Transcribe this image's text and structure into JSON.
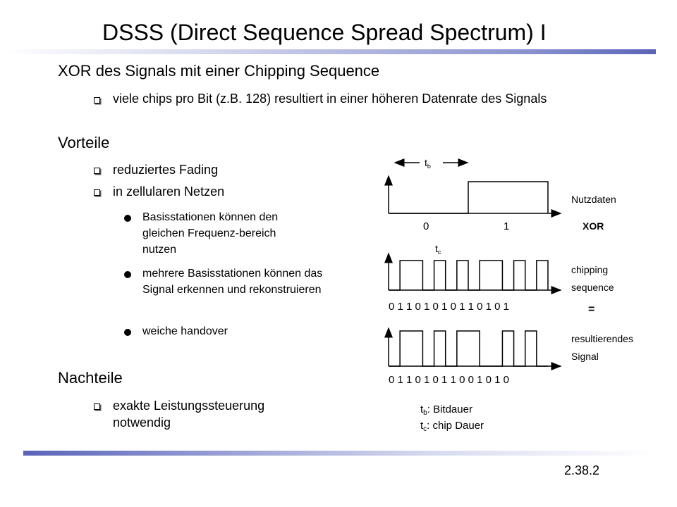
{
  "title": "DSSS (Direct Sequence Spread Spectrum) I",
  "section1": {
    "heading": "XOR des Signals mit einer Chipping Sequence",
    "bullet": "viele chips pro Bit (z.B. 128) resultiert in einer höheren Datenrate des Signals"
  },
  "section2": {
    "heading": "Vorteile",
    "bullets": [
      "reduziertes Fading",
      "in zellularen Netzen"
    ],
    "sub": [
      "Basisstationen können den gleichen Frequenz-bereich nutzen",
      "mehrere Basisstationen können das Signal erkennen und rekonstruieren",
      "weiche handover"
    ]
  },
  "section3": {
    "heading": "Nachteile",
    "bullet": "exakte Leistungssteuerung notwendig"
  },
  "diagram": {
    "tb_label": "t",
    "tb_sub": "b",
    "tc_label": "t",
    "tc_sub": "c",
    "nutzdaten": "Nutzdaten",
    "bit0": "0",
    "bit1": "1",
    "xor": "XOR",
    "chipping1": "chipping",
    "chipping2": "sequence",
    "chip_sequence": "0 1 1 0 1 0 1 0 1 1 0 1 0 1",
    "equals": "=",
    "result1": "resultierendes",
    "result2": "Signal",
    "result_sequence": "0 1 1 0 1 0 1 1 0 0 1 0 1 0",
    "legend_tb_t": "t",
    "legend_tb_sub": "b",
    "legend_tb_text": ": Bitdauer",
    "legend_tc_t": "t",
    "legend_tc_sub": "c",
    "legend_tc_text": ": chip Dauer",
    "data_bits": [
      0,
      1
    ],
    "chip_bits": [
      0,
      1,
      1,
      0,
      1,
      0,
      1,
      0,
      1,
      1,
      0,
      1,
      0,
      1
    ],
    "result_bits": [
      0,
      1,
      1,
      0,
      1,
      0,
      1,
      1,
      0,
      0,
      1,
      0,
      1,
      0
    ]
  },
  "slide_number": "2.38.2"
}
